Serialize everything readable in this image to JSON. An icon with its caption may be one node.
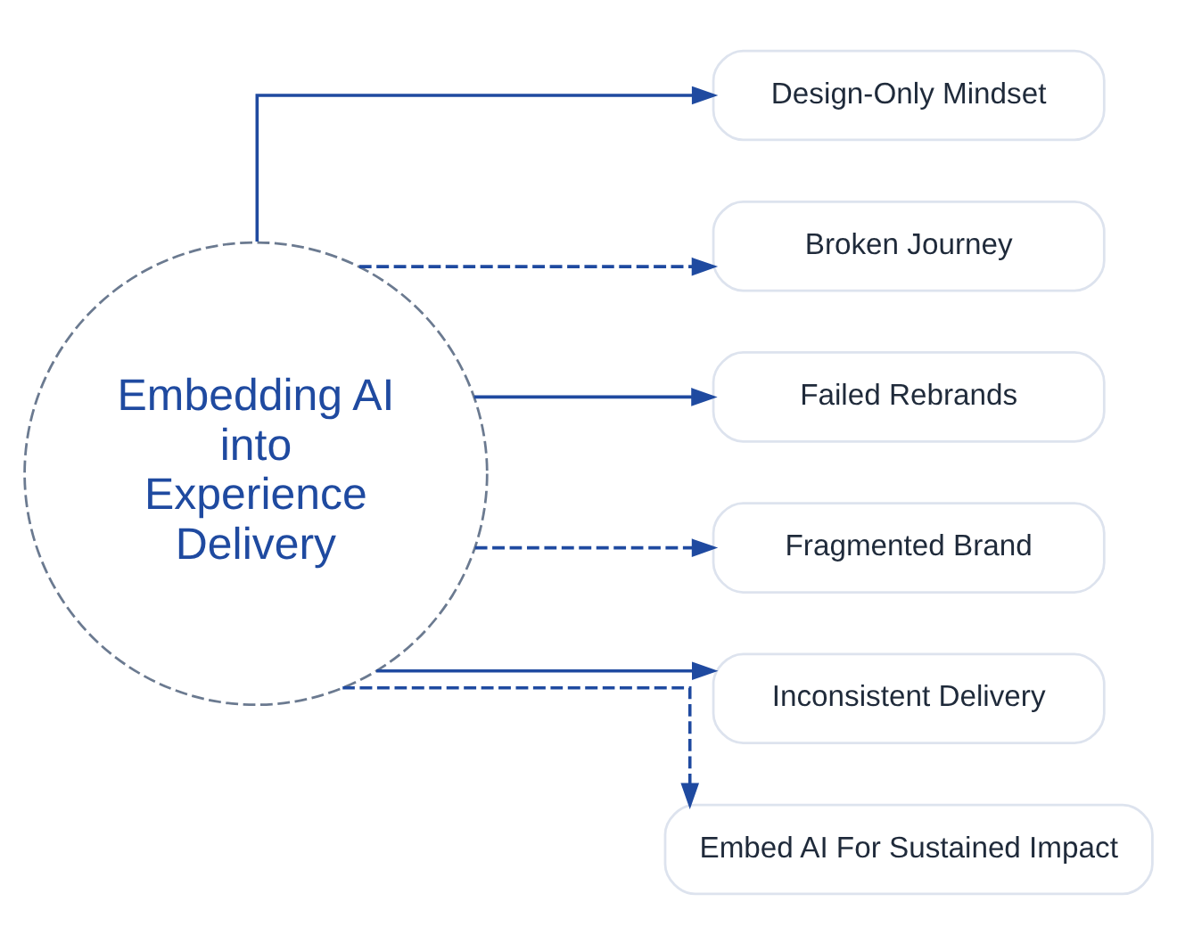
{
  "diagram": {
    "nodes": [
      {
        "text": [
          "Embedding AI into Experience Delivery"
        ]
      },
      {
        "text": [
          "Design-Only Mindset"
        ]
      },
      {
        "text": [
          "Broken Journey"
        ]
      },
      {
        "text": [
          "Failed Rebrands"
        ]
      },
      {
        "text": [
          "Fragmented Brand"
        ]
      },
      {
        "text": [
          "Inconsistent Delivery"
        ]
      },
      {
        "text": [
          "Embed AI For Sustained Impact"
        ]
      }
    ],
    "edges": [
      {
        "from": 0,
        "to": 1,
        "arrow": "to"
      },
      {
        "from": 0,
        "to": 2,
        "arrow": "to",
        "style": "dashed"
      },
      {
        "from": 0,
        "to": 3,
        "arrow": "to"
      },
      {
        "from": 0,
        "to": 4,
        "arrow": "to",
        "style": "dashed"
      },
      {
        "from": 0,
        "to": 5,
        "arrow": "to"
      },
      {
        "from": 0,
        "to": 6,
        "arrow": "to",
        "style": "dashed"
      }
    ]
  }
}
